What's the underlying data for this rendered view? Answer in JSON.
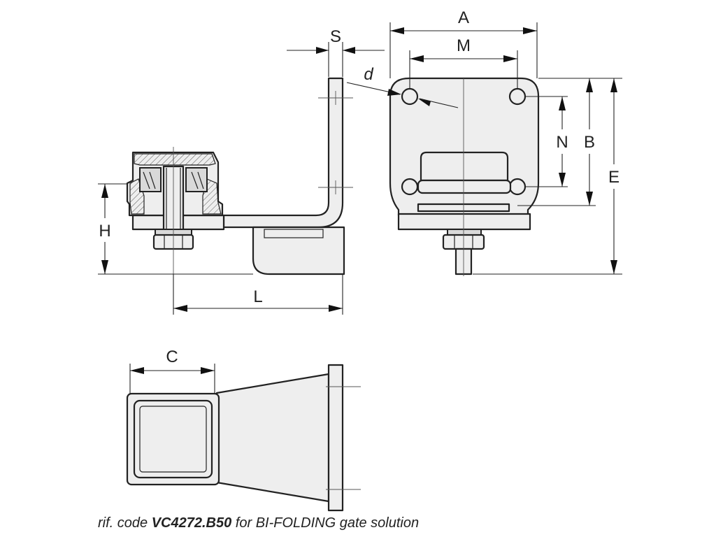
{
  "labels": {
    "s": "S",
    "a": "A",
    "m": "M",
    "d": "d",
    "n": "N",
    "b": "B",
    "e": "E",
    "h": "H",
    "l": "L",
    "c": "C"
  },
  "caption": {
    "prefix": "rif. code ",
    "code": "VC4272.B50",
    "suffix": " for BI-FOLDING gate solution"
  }
}
